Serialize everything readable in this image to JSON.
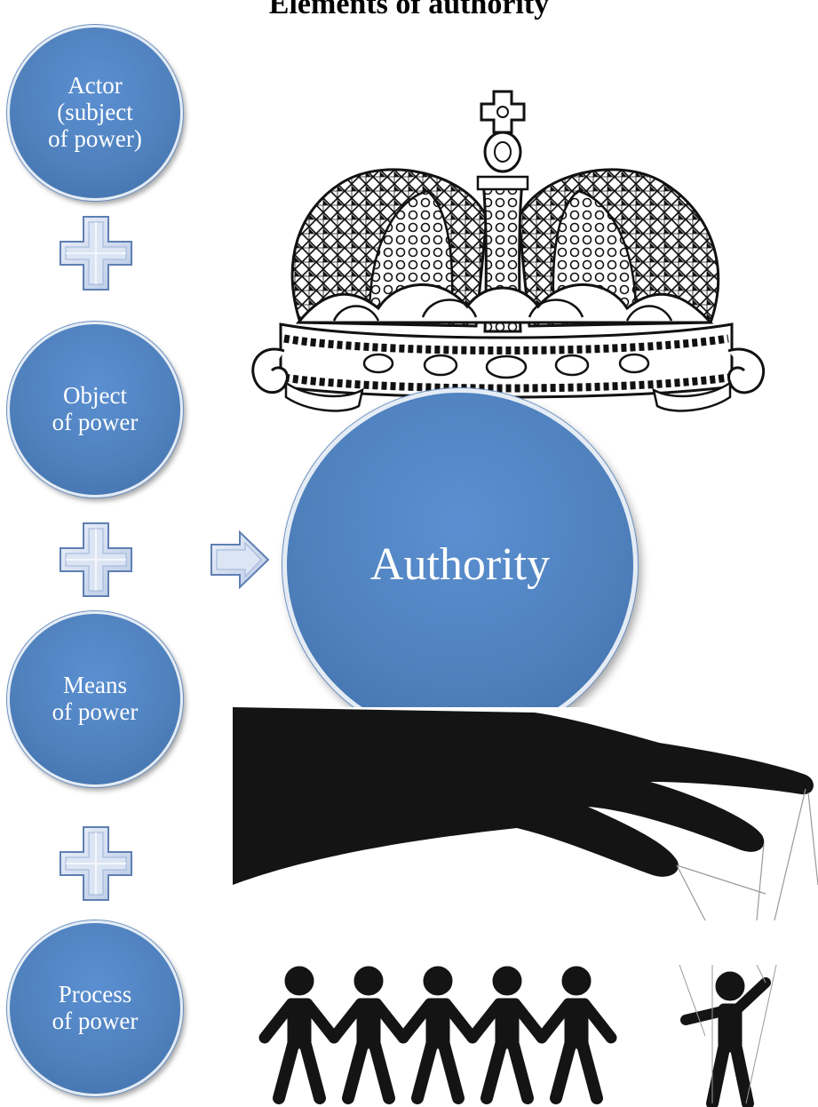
{
  "title": "Elements of authority",
  "elements": [
    {
      "id": "actor",
      "label": "Actor\n(subject\nof power)"
    },
    {
      "id": "object",
      "label": "Object\nof power"
    },
    {
      "id": "means",
      "label": "Means\nof power"
    },
    {
      "id": "process",
      "label": "Process\nof power"
    }
  ],
  "result": {
    "label": "Authority"
  },
  "colors": {
    "node": "#4f81bd",
    "connector": "#c5d3ea",
    "silhouette": "#141414"
  },
  "icons": [
    "plus-icon",
    "right-arrow-icon",
    "crown-illustration",
    "puppeteer-hand-illustration",
    "paper-people-illustration",
    "marionette-figure-illustration"
  ]
}
